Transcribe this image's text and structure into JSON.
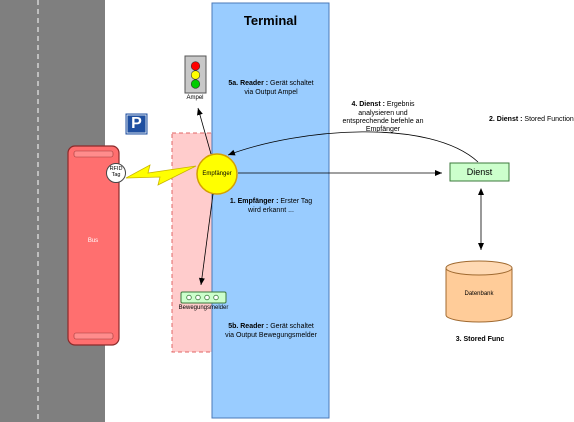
{
  "terminal": {
    "title": "Terminal"
  },
  "ampel": {
    "label": "Ampel"
  },
  "parking": {
    "symbol": "P"
  },
  "bus": {
    "label": "Bus"
  },
  "rfid": {
    "line1": "RFID",
    "line2": "Tag"
  },
  "empfaenger": {
    "label": "Empfänger"
  },
  "bewegungsmelder": {
    "label": "Bewegungsmelder"
  },
  "dienst": {
    "label": "Dienst"
  },
  "datenbank": {
    "label": "Datenbank"
  },
  "steps": {
    "s1_bold": "1. Empfänger :",
    "s1_rest": "Erster Tag",
    "s1_line2": "wird erkannt ...",
    "s2_bold": "2. Dienst :",
    "s2_rest": "Stored Function",
    "s3": "3. Stored Func",
    "s4_bold": "4. Dienst :",
    "s4_rest": "Ergebnis",
    "s4_line2": "analysieren und",
    "s4_line3": "entsprechende befehle an",
    "s4_line4": "Empfänger",
    "s5a_bold": "5a. Reader :",
    "s5a_rest": "Gerät schaltet",
    "s5a_line2": "via Output Ampel",
    "s5b_bold": "5b. Reader :",
    "s5b_rest": "Gerät schaltet",
    "s5b_line2": "via Output Bewegungsmelder"
  },
  "colors": {
    "road": "#7f7f7f",
    "terminal": "#99ccff",
    "zone": "#ffcccc",
    "bus": "#ff6f6f",
    "empfaenger": "#ffff00",
    "dienst": "#ccffcc",
    "datenbank": "#ffcc99",
    "parking": "#1f4fa0",
    "lightning": "#ffff00"
  }
}
